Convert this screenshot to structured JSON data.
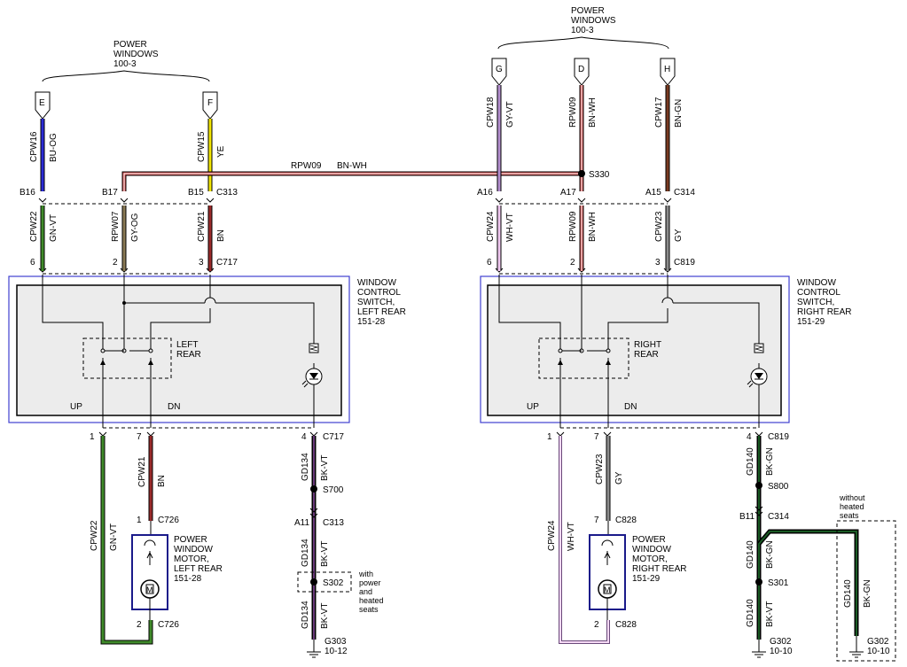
{
  "headers": {
    "left": [
      "POWER",
      "WINDOWS",
      "100-3"
    ],
    "right": [
      "POWER",
      "WINDOWS",
      "100-3"
    ]
  },
  "connectors": {
    "E": "E",
    "F": "F",
    "G": "G",
    "D": "D",
    "H": "H"
  },
  "top_wires": {
    "cpw16": {
      "circuit": "CPW16",
      "color": "BU-OG"
    },
    "cpw15": {
      "circuit": "CPW15",
      "color": "YE"
    },
    "cpw18": {
      "circuit": "CPW18",
      "color": "GY-VT"
    },
    "rpw09_d": {
      "circuit": "RPW09",
      "color": "BN-WH"
    },
    "cpw17": {
      "circuit": "CPW17",
      "color": "BN-GN"
    },
    "rpw09_h": {
      "circuit": "RPW09",
      "color": "BN-WH"
    }
  },
  "pins_c313_c314": {
    "b16": "B16",
    "b17": "B17",
    "b15": "B15",
    "c313": "C313",
    "a16": "A16",
    "a17": "A17",
    "a15": "A15",
    "c314": "C314",
    "s330": "S330"
  },
  "mid_wires": {
    "cpw22_l": {
      "circuit": "CPW22",
      "color": "GN-VT"
    },
    "rpw07": {
      "circuit": "RPW07",
      "color": "GY-OG"
    },
    "cpw21_l": {
      "circuit": "CPW21",
      "color": "BN"
    },
    "cpw24_r": {
      "circuit": "CPW24",
      "color": "WH-VT"
    },
    "rpw09_r": {
      "circuit": "RPW09",
      "color": "BN-WH"
    },
    "cpw23_r": {
      "circuit": "CPW23",
      "color": "GY"
    }
  },
  "switch_pins": {
    "l6": "6",
    "l2": "2",
    "l3": "3",
    "c717": "C717",
    "r6": "6",
    "r2": "2",
    "r3": "3",
    "c819": "C819"
  },
  "switch_left": {
    "label": [
      "WINDOW",
      "CONTROL",
      "SWITCH,",
      "LEFT REAR",
      "151-28"
    ],
    "sw_label": [
      "LEFT",
      "REAR"
    ],
    "up": "UP",
    "dn": "DN"
  },
  "switch_right": {
    "label": [
      "WINDOW",
      "CONTROL",
      "SWITCH,",
      "RIGHT REAR",
      "151-29"
    ],
    "sw_label": [
      "RIGHT",
      "REAR"
    ],
    "up": "UP",
    "dn": "DN"
  },
  "bottom_left": {
    "pin1": "1",
    "pin7": "7",
    "pin4": "4",
    "c717": "C717",
    "cpw21": {
      "circuit": "CPW21",
      "color": "BN"
    },
    "gd134_a": {
      "circuit": "GD134",
      "color": "BK-VT"
    },
    "s700": "S700",
    "a11": "A11",
    "c313": "C313",
    "gd134_b": {
      "circuit": "GD134",
      "color": "BK-VT"
    },
    "s302": "S302",
    "s302_note": [
      "with",
      "power",
      "and",
      "heated",
      "seats"
    ],
    "gd134_c": {
      "circuit": "GD134",
      "color": "BK-VT"
    },
    "ground": [
      "G303",
      "10-12"
    ],
    "m1": "1",
    "c726_top": "C726",
    "motor": [
      "POWER",
      "WINDOW",
      "MOTOR,",
      "LEFT REAR",
      "151-28"
    ],
    "motor_symbol": "M",
    "m2": "2",
    "c726_bot": "C726",
    "cpw22": {
      "circuit": "CPW22",
      "color": "GN-VT"
    }
  },
  "bottom_right": {
    "pin1": "1",
    "pin7": "7",
    "pin4": "4",
    "c819": "C819",
    "cpw23": {
      "circuit": "CPW23",
      "color": "GY"
    },
    "gd140_a": {
      "circuit": "GD140",
      "color": "BK-GN"
    },
    "s800": "S800",
    "b11": "B11",
    "c314": "C314",
    "gd140_b": {
      "circuit": "GD140",
      "color": "BK-GN"
    },
    "s301": "S301",
    "gd140_c": {
      "circuit": "GD140",
      "color": "BK-VT"
    },
    "ground": [
      "G302",
      "10-10"
    ],
    "alt_note": [
      "without",
      "heated",
      "seats"
    ],
    "gd140_alt": {
      "circuit": "GD140",
      "color": "BK-GN"
    },
    "ground_alt": [
      "G302",
      "10-10"
    ],
    "m1": "7",
    "c828_top": "C828",
    "motor": [
      "POWER",
      "WINDOW",
      "MOTOR,",
      "RIGHT REAR",
      "151-29"
    ],
    "motor_symbol": "M",
    "m2": "2",
    "c828_bot": "C828",
    "cpw24": {
      "circuit": "CPW24",
      "color": "WH-VT"
    }
  },
  "wire_colors": {
    "blue": "#2b2bd6",
    "yellow": "#f2e600",
    "red_bn_wh": "#b83a3a",
    "violet": "#b48fcf",
    "brown": "#7a3b22",
    "green": "#3f8a2a",
    "olive": "#8a7a55",
    "bn": "#9a2a2a",
    "gray": "#8c8c8c",
    "pink": "#e8b8e8",
    "black_violet": "#3a1a4a",
    "black_green": "#0d3d14"
  }
}
